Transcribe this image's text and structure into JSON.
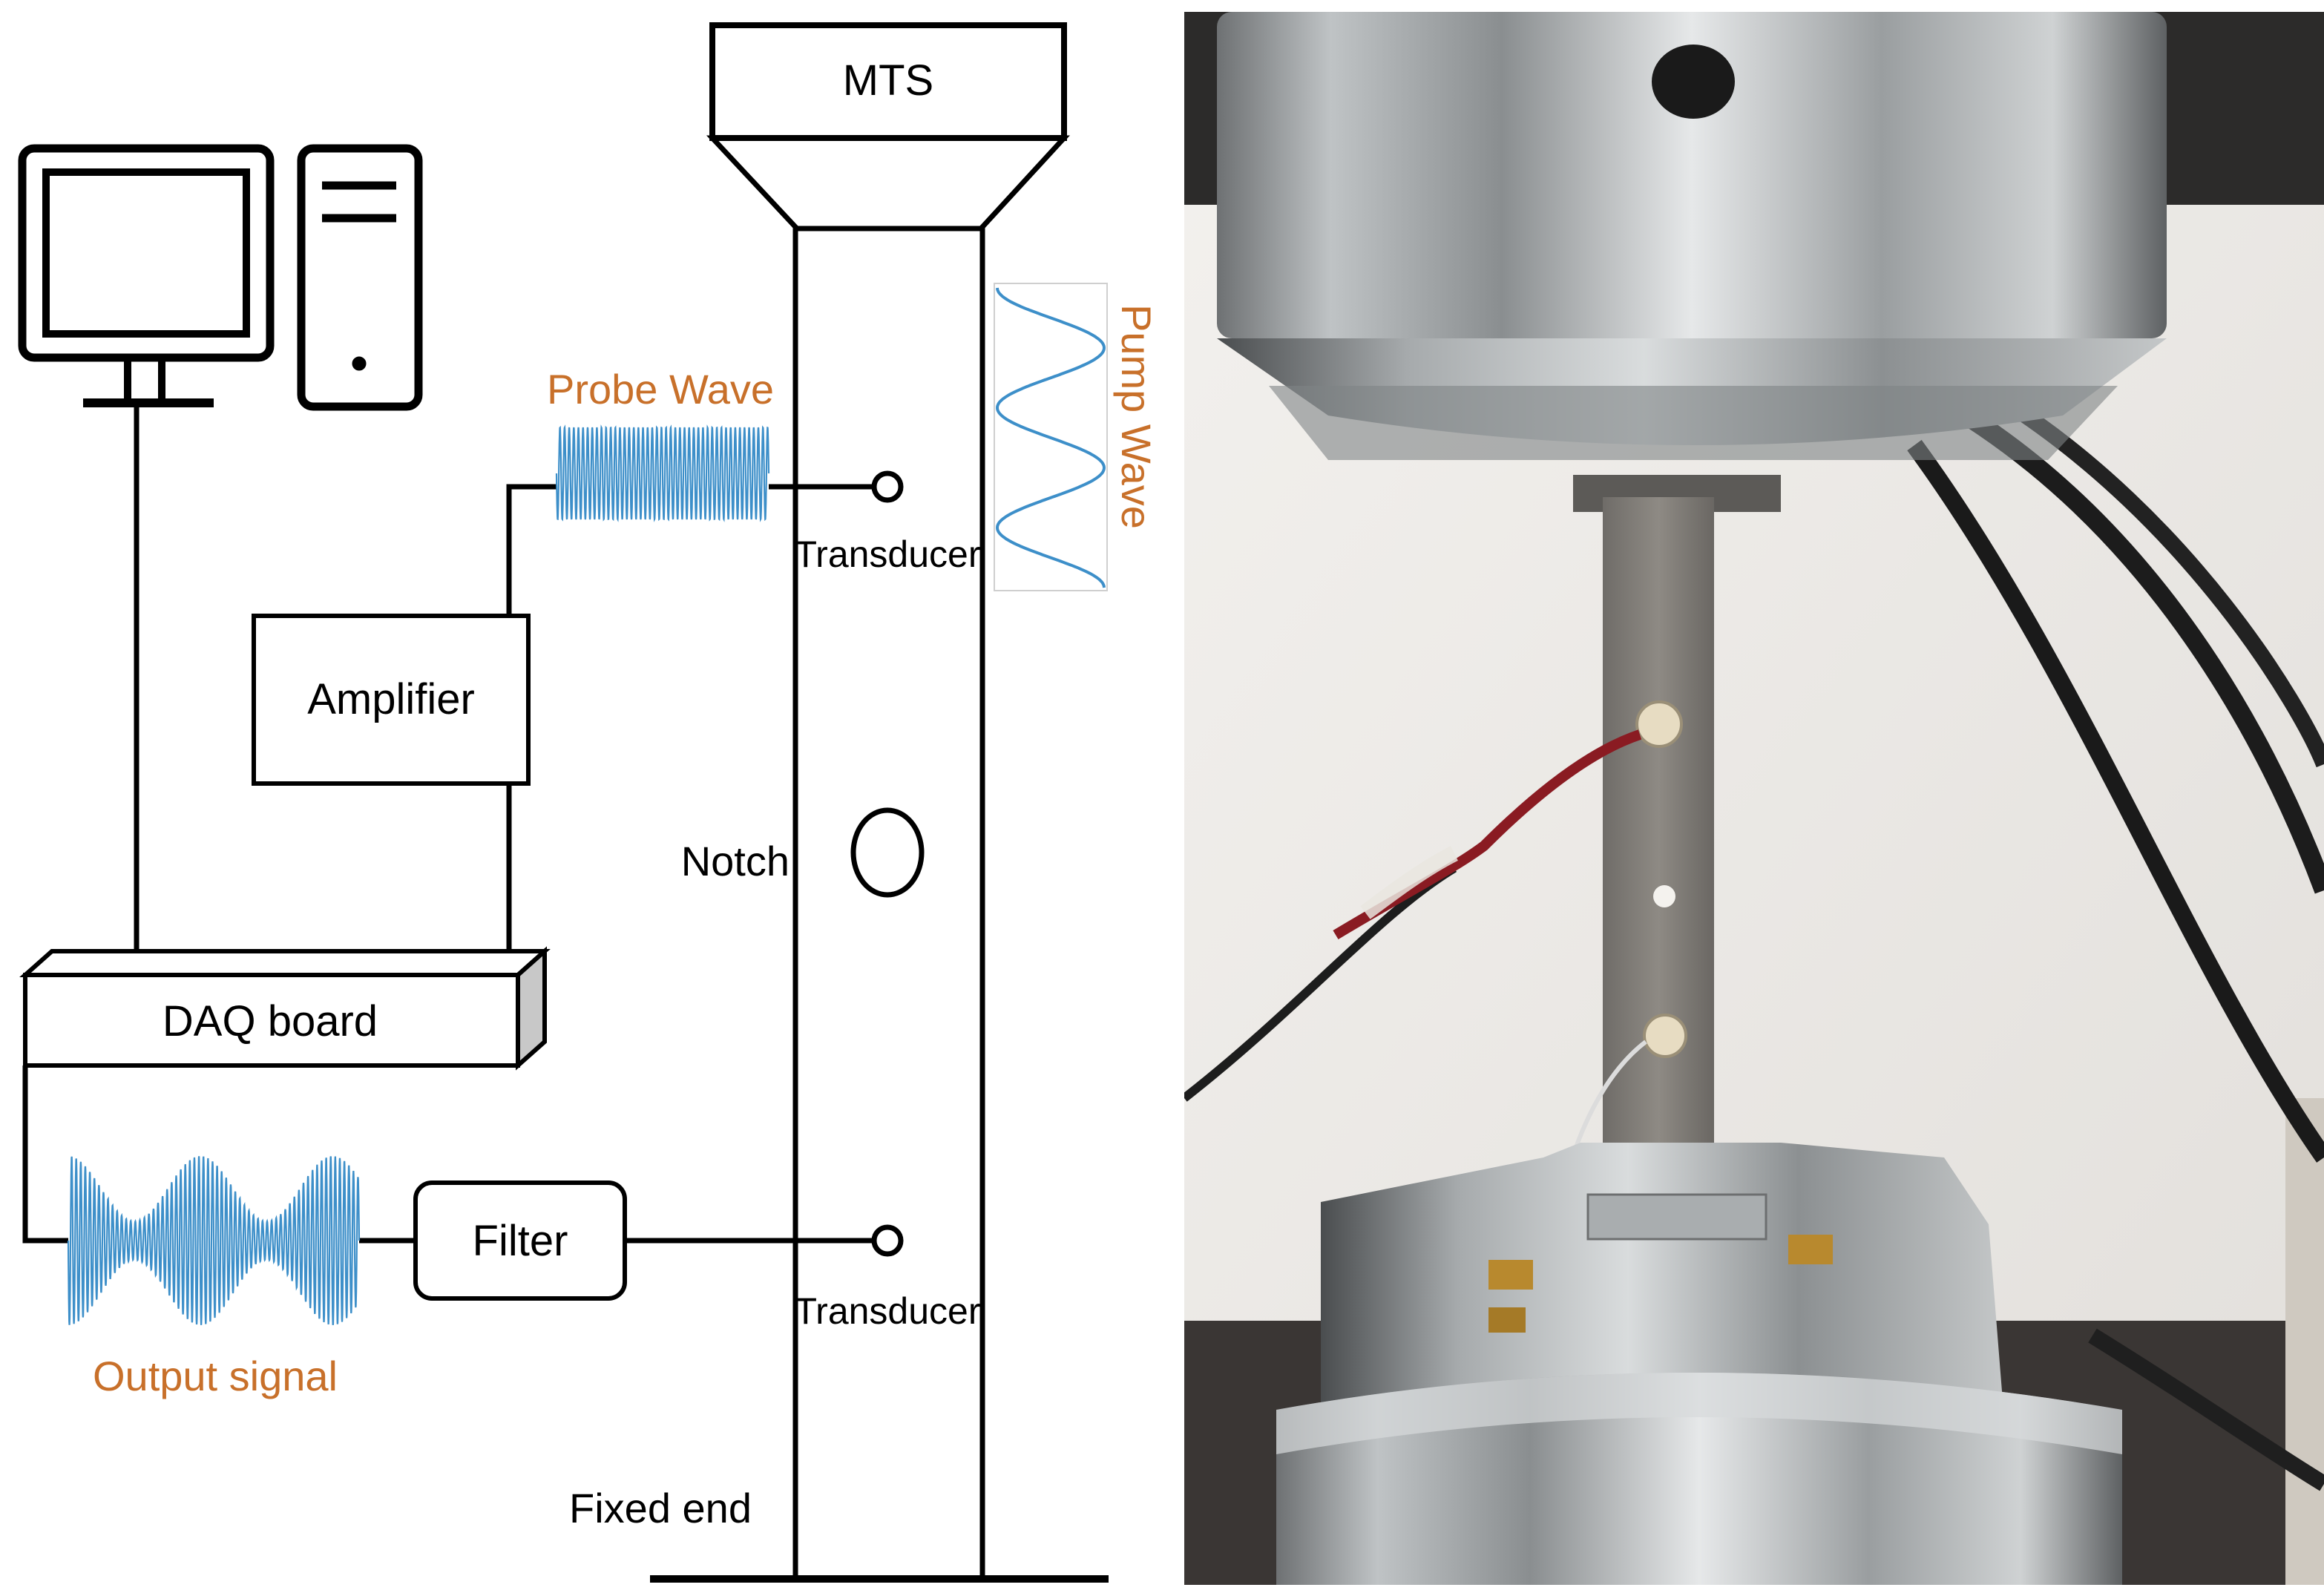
{
  "diagram": {
    "mts_label": "MTS",
    "probe_wave_label": "Probe Wave",
    "pump_wave_label": "Pump Wave",
    "transducer_top_label": "Transducer",
    "transducer_bottom_label": "Transducer",
    "amplifier_label": "Amplifier",
    "notch_label": "Notch",
    "daq_label": "DAQ board",
    "filter_label": "Filter",
    "output_signal_label": "Output signal",
    "fixed_end_label": "Fixed end"
  },
  "colors": {
    "line": "#000000",
    "wave_blue": "#3d8fc9",
    "accent_orange": "#c8702a",
    "daq_side": "#c8c8c8"
  }
}
